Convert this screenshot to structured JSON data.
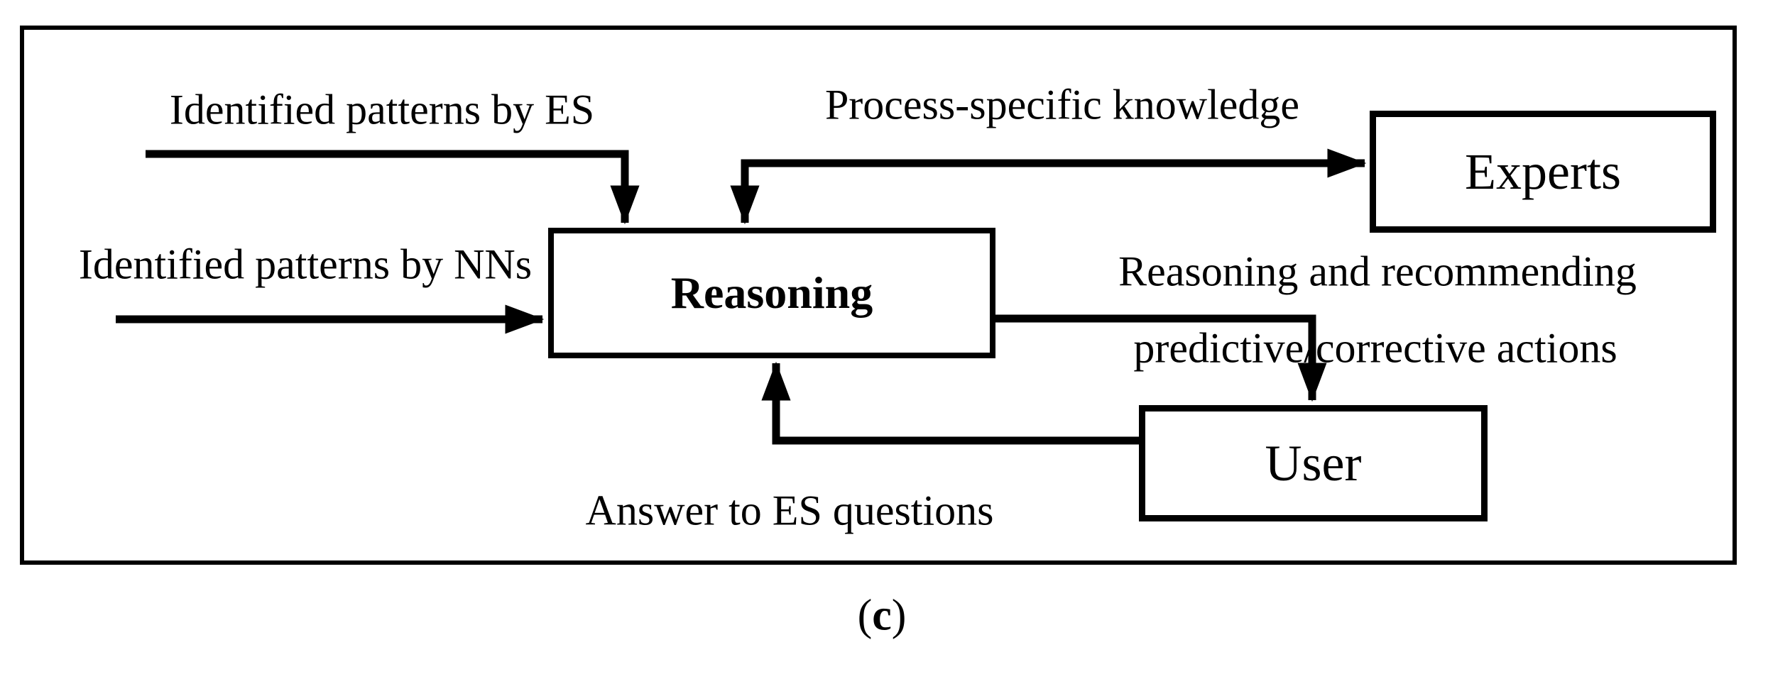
{
  "figure_caption": {
    "open": "(",
    "letter": "c",
    "close": ")"
  },
  "colors": {
    "ink": "#000000",
    "paper": "#ffffff"
  },
  "nodes": {
    "reasoning": {
      "label": "Reasoning"
    },
    "experts": {
      "label": "Experts"
    },
    "user": {
      "label": "User"
    }
  },
  "edge_labels": {
    "identified_es": "Identified patterns by ES",
    "identified_nns": "Identified patterns by NNs",
    "process_knowledge": "Process-specific knowledge",
    "recommending_line1": "Reasoning and recommending",
    "recommending_line2": "predictive/corrective actions",
    "answer_questions": "Answer to ES questions"
  },
  "edges": [
    {
      "from": "identified-patterns-ES",
      "to": "reasoning",
      "arrowhead": "down-into-reasoning-top",
      "label_key": "identified_es"
    },
    {
      "from": "identified-patterns-NNs",
      "to": "reasoning",
      "arrowhead": "right-into-reasoning-left",
      "label_key": "identified_nns"
    },
    {
      "from": "reasoning",
      "to": "experts",
      "bidirectional": true,
      "arrowheads": [
        "down-into-reasoning-top",
        "right-into-experts-left"
      ],
      "label_key": "process_knowledge"
    },
    {
      "from": "reasoning",
      "to": "user",
      "arrowhead": "down-into-user-top",
      "label_keys": [
        "recommending_line1",
        "recommending_line2"
      ]
    },
    {
      "from": "user",
      "to": "reasoning",
      "arrowhead": "up-into-reasoning-bottom",
      "label_key": "answer_questions"
    }
  ]
}
